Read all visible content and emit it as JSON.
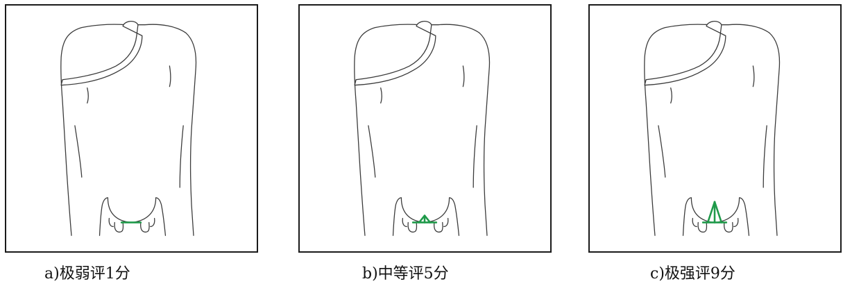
{
  "colors": {
    "ligament": "#1f9a4a",
    "outline": "#3a3a3a",
    "frame": "#1a1a1a"
  },
  "panels": [
    {
      "caption": "a)极弱评1分",
      "score": 1
    },
    {
      "caption": "b)中等评5分",
      "score": 5
    },
    {
      "caption": "c)极强评9分",
      "score": 9
    }
  ]
}
